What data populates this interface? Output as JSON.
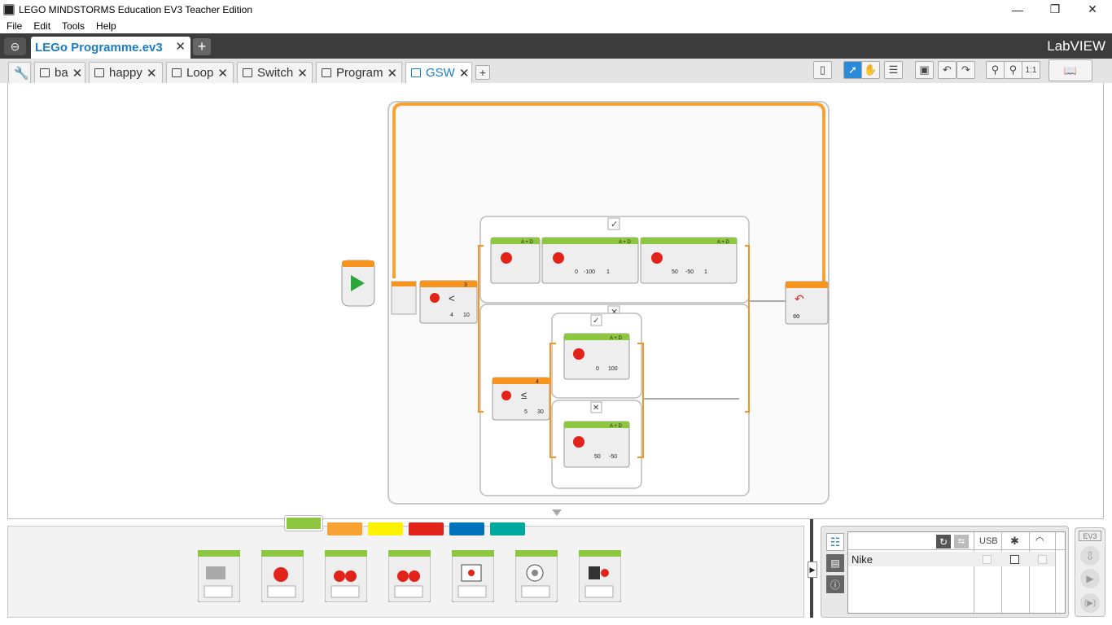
{
  "window": {
    "title": "LEGO MINDSTORMS Education EV3 Teacher Edition"
  },
  "menu": [
    "File",
    "Edit",
    "Tools",
    "Help"
  ],
  "project": {
    "tab_label": "LEGo Programme.ev3",
    "brand": "LabVIEW"
  },
  "program_tabs": [
    "ba",
    "happy",
    "Loop",
    "Switch",
    "Program",
    "GSW"
  ],
  "active_tab": "GSW",
  "blocks": {
    "loop_count": "∞",
    "switch1": {
      "port": "3",
      "op": "<",
      "v1": "4",
      "v2": "10"
    },
    "switch2": {
      "port": "4",
      "op": "≤",
      "v1": "5",
      "v2": "30"
    },
    "move_ports": "A + D",
    "tank1_values": [
      "0",
      "-100",
      "1"
    ],
    "tank2_values": [
      "50",
      "-50",
      "1"
    ],
    "steer_values": [
      "0",
      "100"
    ],
    "tank3_values": [
      "50",
      "-50"
    ]
  },
  "hardware": {
    "brick_name": "Nike",
    "col_usb": "USB",
    "badge": "EV3"
  },
  "colors": {
    "accent": "#1a7ec5",
    "action": "#8dc63f",
    "flow": "#f7941d",
    "sensor": "#fff200",
    "data": "#e2231a",
    "advanced": "#0072bc",
    "myblocks": "#00a99d"
  }
}
